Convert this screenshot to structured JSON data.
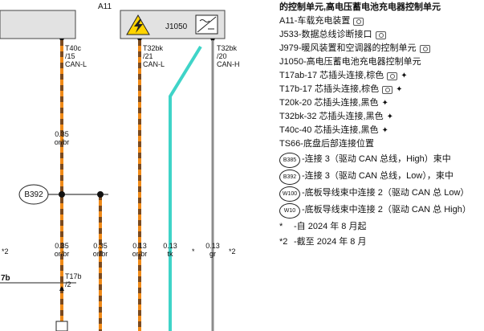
{
  "diagram": {
    "modules": {
      "a11": "A11",
      "j1050": "J1050"
    },
    "pins": [
      {
        "code": "T40c",
        "num": "/15",
        "signal": "CAN-L"
      },
      {
        "code": "T32bk",
        "num": "/21",
        "signal": "CAN-L"
      },
      {
        "code": "T32bk",
        "num": "/20",
        "signal": "CAN-H"
      }
    ],
    "wires": [
      {
        "gauge": "0.35",
        "color": "or/br"
      },
      {
        "gauge": "0.35",
        "color": "or/br"
      },
      {
        "gauge": "0.35",
        "color": "or/br"
      },
      {
        "gauge": "0.13",
        "color": "or/br"
      },
      {
        "gauge": "0.13",
        "color": "tk"
      },
      {
        "gauge": "0.13",
        "color": "gr"
      }
    ],
    "node_label": "B392",
    "note_marks": [
      "*2",
      "*",
      "*2"
    ],
    "bottom_left": "7b",
    "bottom_pin": {
      "code": "T17b",
      "num": "/2"
    },
    "colors": {
      "or": "#f08a17",
      "br": "#7a4a1f",
      "tk": "#3fd4c8",
      "gr": "#8c8c8c",
      "module_bg": "#e2e2e2"
    },
    "icons": [
      "high-voltage-warning-icon",
      "charger-symbol-icon"
    ]
  },
  "legend": {
    "title": "的控制单元,高电压蓄电池充电器控制单元",
    "items": [
      {
        "key": "A11",
        "text": " -车载充电装置",
        "cam": true,
        "plug": false
      },
      {
        "key": "J533",
        "text": "-数据总线诊断接口",
        "cam": true,
        "plug": false
      },
      {
        "key": "J979",
        "text": "-暖风装置和空调器的控制单元",
        "cam": true,
        "plug": false
      },
      {
        "key": "J1050",
        "text": "-高电压蓄电池充电器控制单元",
        "cam": false,
        "plug": false
      },
      {
        "key": "T17ab",
        "text": "-17 芯插头连接,棕色",
        "cam": true,
        "plug": true
      },
      {
        "key": "T17b",
        "text": "-17 芯插头连接,棕色",
        "cam": true,
        "plug": true
      },
      {
        "key": "T20k",
        "text": "-20 芯插头连接,黑色",
        "cam": false,
        "plug": true
      },
      {
        "key": "T32bk",
        "text": "-32 芯插头连接,黑色",
        "cam": false,
        "plug": true
      },
      {
        "key": "T40c",
        "text": "-40 芯插头连接,黑色",
        "cam": false,
        "plug": true
      },
      {
        "key": "TS66",
        "text": "-底盘后部连接位置",
        "cam": false,
        "plug": false
      }
    ],
    "connections": [
      {
        "badge": "B385",
        "text": "-连接 3（驱动 CAN 总线，High）束中"
      },
      {
        "badge": "B392",
        "text": "-连接 3（驱动 CAN 总线，Low），束中"
      },
      {
        "badge": "W100",
        "text": "-底板导线束中连接 2（驱动 CAN 总 Low）"
      },
      {
        "badge": "W10",
        "text": "-底板导线束中连接 2（驱动 CAN 总 High）"
      }
    ],
    "notes": [
      {
        "key": "*",
        "text": "-自 2024 年 8 月起"
      },
      {
        "key": "*2",
        "text": "-截至 2024 年 8 月"
      }
    ]
  }
}
